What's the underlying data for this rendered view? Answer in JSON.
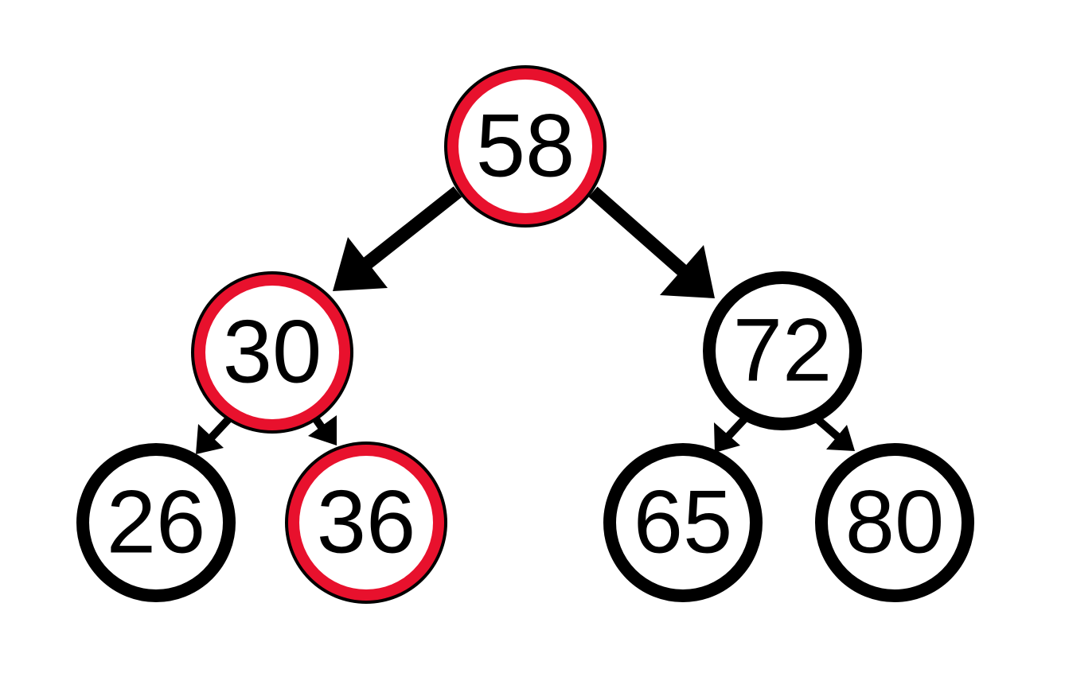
{
  "colors": {
    "highlight_ring": "#e8112d",
    "outline": "#000000",
    "fill": "#ffffff",
    "edge": "#000000"
  },
  "nodes": {
    "n58": {
      "label": "58",
      "highlighted": true
    },
    "n30": {
      "label": "30",
      "highlighted": true
    },
    "n72": {
      "label": "72",
      "highlighted": false
    },
    "n26": {
      "label": "26",
      "highlighted": false
    },
    "n36": {
      "label": "36",
      "highlighted": true
    },
    "n65": {
      "label": "65",
      "highlighted": false
    },
    "n80": {
      "label": "80",
      "highlighted": false
    }
  },
  "edges": [
    {
      "from": "58",
      "to": "30"
    },
    {
      "from": "58",
      "to": "72"
    },
    {
      "from": "30",
      "to": "26"
    },
    {
      "from": "30",
      "to": "36"
    },
    {
      "from": "72",
      "to": "65"
    },
    {
      "from": "72",
      "to": "80"
    }
  ]
}
